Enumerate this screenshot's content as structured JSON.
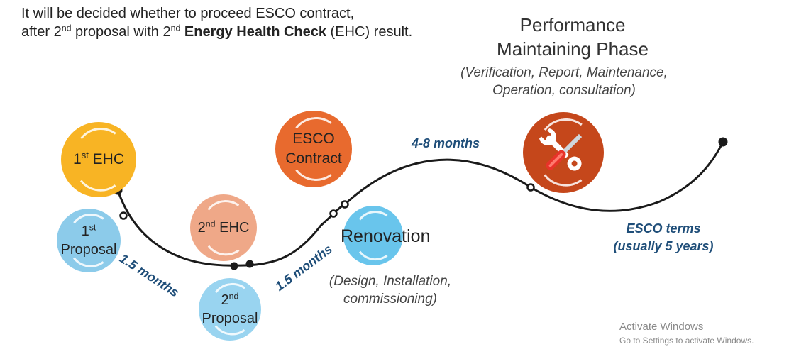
{
  "header": {
    "line1": "It will be decided whether to proceed ESCO contract,",
    "line2_pre": "after 2",
    "line2_sup1": "nd",
    "line2_mid": " proposal with 2",
    "line2_sup2": "nd",
    "line2_bold": " Energy Health Check",
    "line2_post": " (EHC) result."
  },
  "phase": {
    "title_line1": "Performance",
    "title_line2": "Maintaining Phase",
    "sub_line1": "(Verification, Report, Maintenance,",
    "sub_line2": "Operation, consultation)"
  },
  "steps": {
    "ehc1": {
      "num": "1",
      "sup": "st",
      "label": " EHC"
    },
    "proposal1": {
      "num": "1",
      "sup": "st",
      "label": "Proposal"
    },
    "ehc2": {
      "num": "2",
      "sup": "nd",
      "label": " EHC"
    },
    "proposal2": {
      "num": "2",
      "sup": "nd",
      "label": "Proposal"
    },
    "esco": {
      "line1": "ESCO",
      "line2": "Contract"
    },
    "renovation": {
      "label": "Renovation",
      "sub_line1": "(Design, Installation,",
      "sub_line2": "commissioning)"
    }
  },
  "durations": {
    "d1": "1.5 months",
    "d2": "1.5 months",
    "d3": "4-8 months"
  },
  "terms": {
    "line1": "ESCO terms",
    "line2": "(usually 5 years)"
  },
  "watermark": {
    "line1": "Activate Windows",
    "line2": "Go to Settings to activate Windows."
  },
  "icons": {
    "tools": "wrench-screwdriver-icon"
  },
  "colors": {
    "ehc1": "#f8b424",
    "proposal1": "#8ccbea",
    "ehc2": "#efa888",
    "proposal2": "#99d4f0",
    "esco": "#e86a2e",
    "renovation": "#69c5ec",
    "tools": "#c5471b",
    "duration_text": "#1f4e79"
  }
}
